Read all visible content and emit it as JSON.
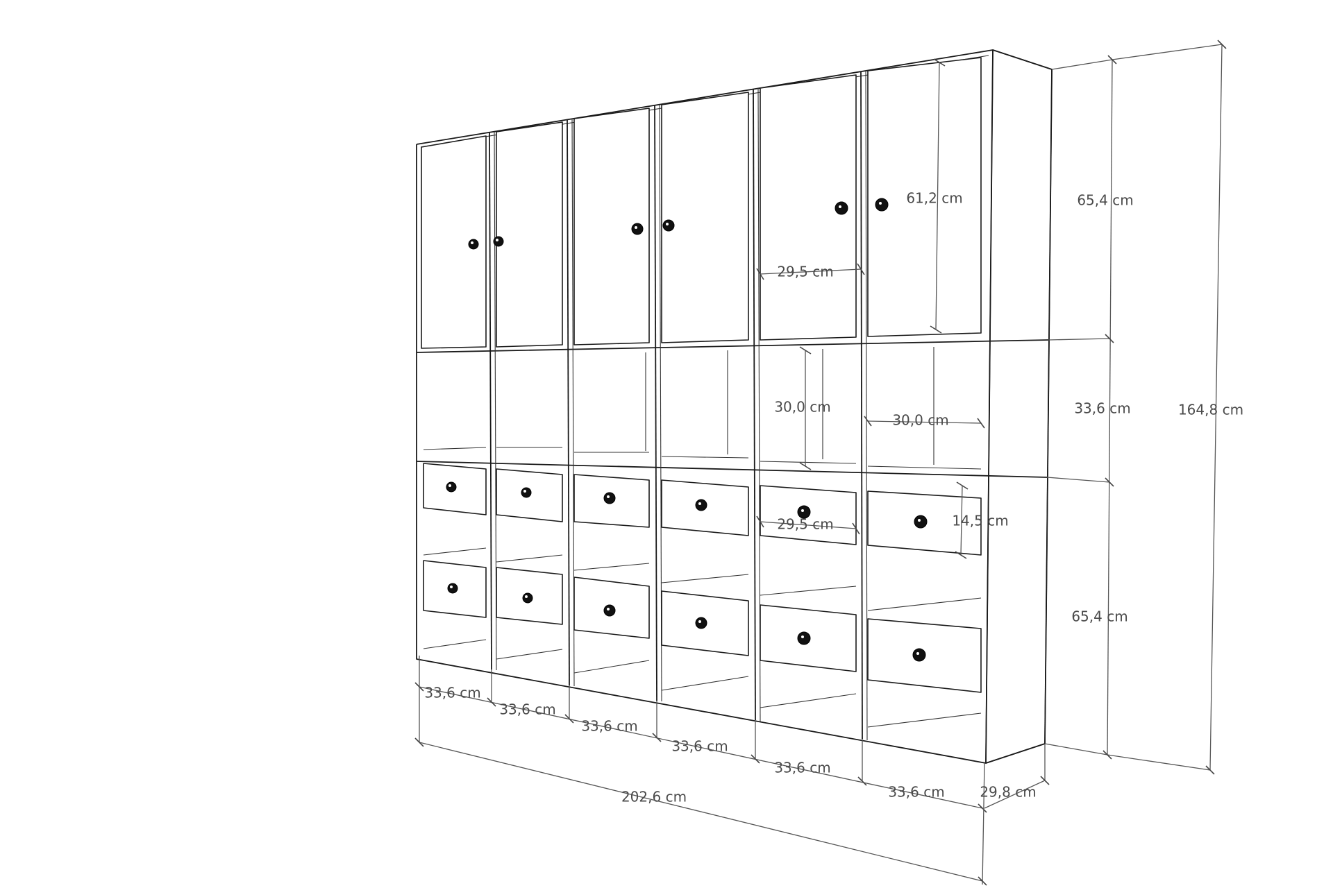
{
  "dimensions": {
    "top_module_height": "65,4 cm",
    "middle_module_height": "33,6 cm",
    "bottom_module_height": "65,4 cm",
    "total_height": "164,8 cm",
    "door_height": "61,2 cm",
    "door_width": "29,5 cm",
    "open_cell_height": "30,0 cm",
    "open_cell_width": "30,0 cm",
    "drawer_width": "29,5 cm",
    "drawer_height": "14,5 cm",
    "column_widths": [
      "33,6 cm",
      "33,6 cm",
      "33,6 cm",
      "33,6 cm",
      "33,6 cm",
      "33,6 cm"
    ],
    "total_width": "202,6 cm",
    "depth": "29,8 cm"
  },
  "colors": {
    "line": "#1a1a1a",
    "dimension_line": "#555555",
    "label": "#4a4a4a",
    "knob": "#111111",
    "background": "#ffffff"
  },
  "structure": {
    "columns": 6,
    "rows": [
      "doors",
      "open-shelves",
      "drawers"
    ],
    "knob_icon": "round-knob-icon"
  }
}
